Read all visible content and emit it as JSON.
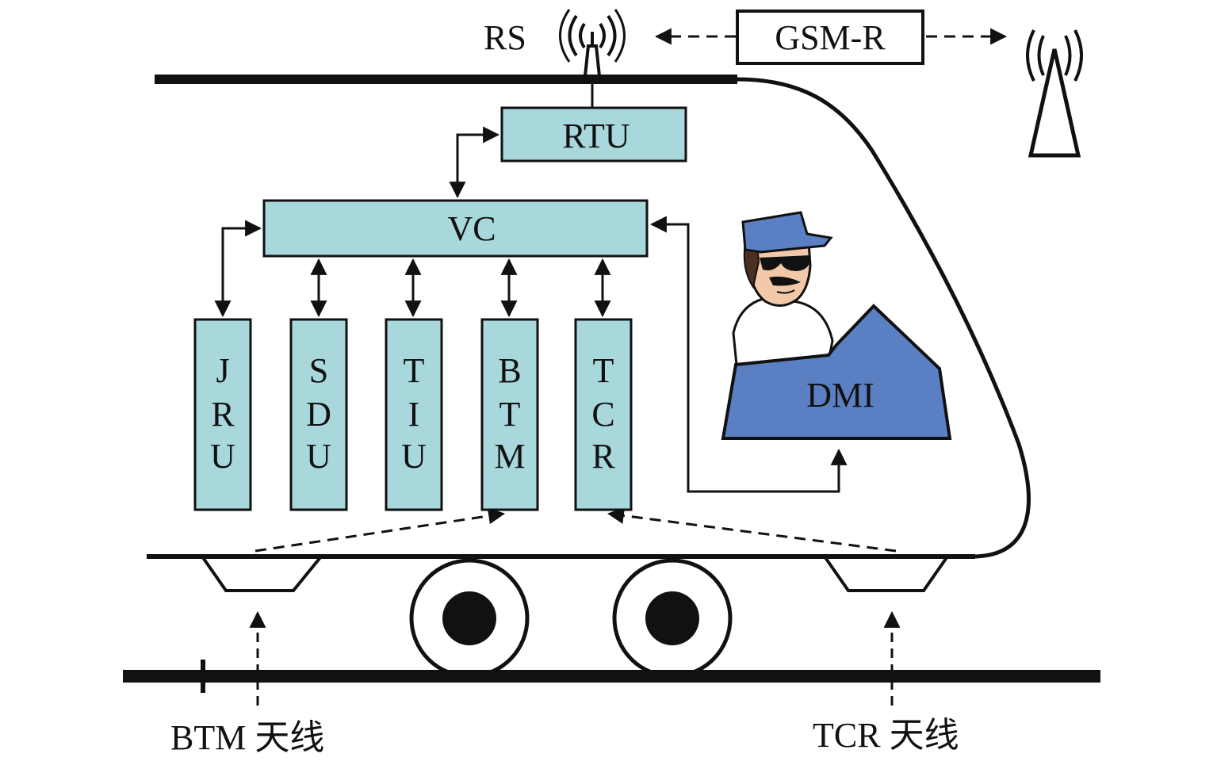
{
  "labels": {
    "rs": "RS",
    "gsmr": "GSM-R",
    "rtu": "RTU",
    "vc": "VC",
    "dmi": "DMI",
    "btm_antenna": "BTM 天线",
    "tcr_antenna": "TCR 天线"
  },
  "modules": [
    {
      "id": "jru",
      "letters": [
        "J",
        "R",
        "U"
      ]
    },
    {
      "id": "sdu",
      "letters": [
        "S",
        "D",
        "U"
      ]
    },
    {
      "id": "tiu",
      "letters": [
        "T",
        "I",
        "U"
      ]
    },
    {
      "id": "btm",
      "letters": [
        "B",
        "T",
        "M"
      ]
    },
    {
      "id": "tcr",
      "letters": [
        "T",
        "C",
        "R"
      ]
    }
  ],
  "colors": {
    "module_fill": "#a8d8dc",
    "dmi_fill": "#5b7fc3",
    "cap_fill": "#5b7fc3",
    "skin": "#f2c9a8",
    "line": "#111111"
  }
}
